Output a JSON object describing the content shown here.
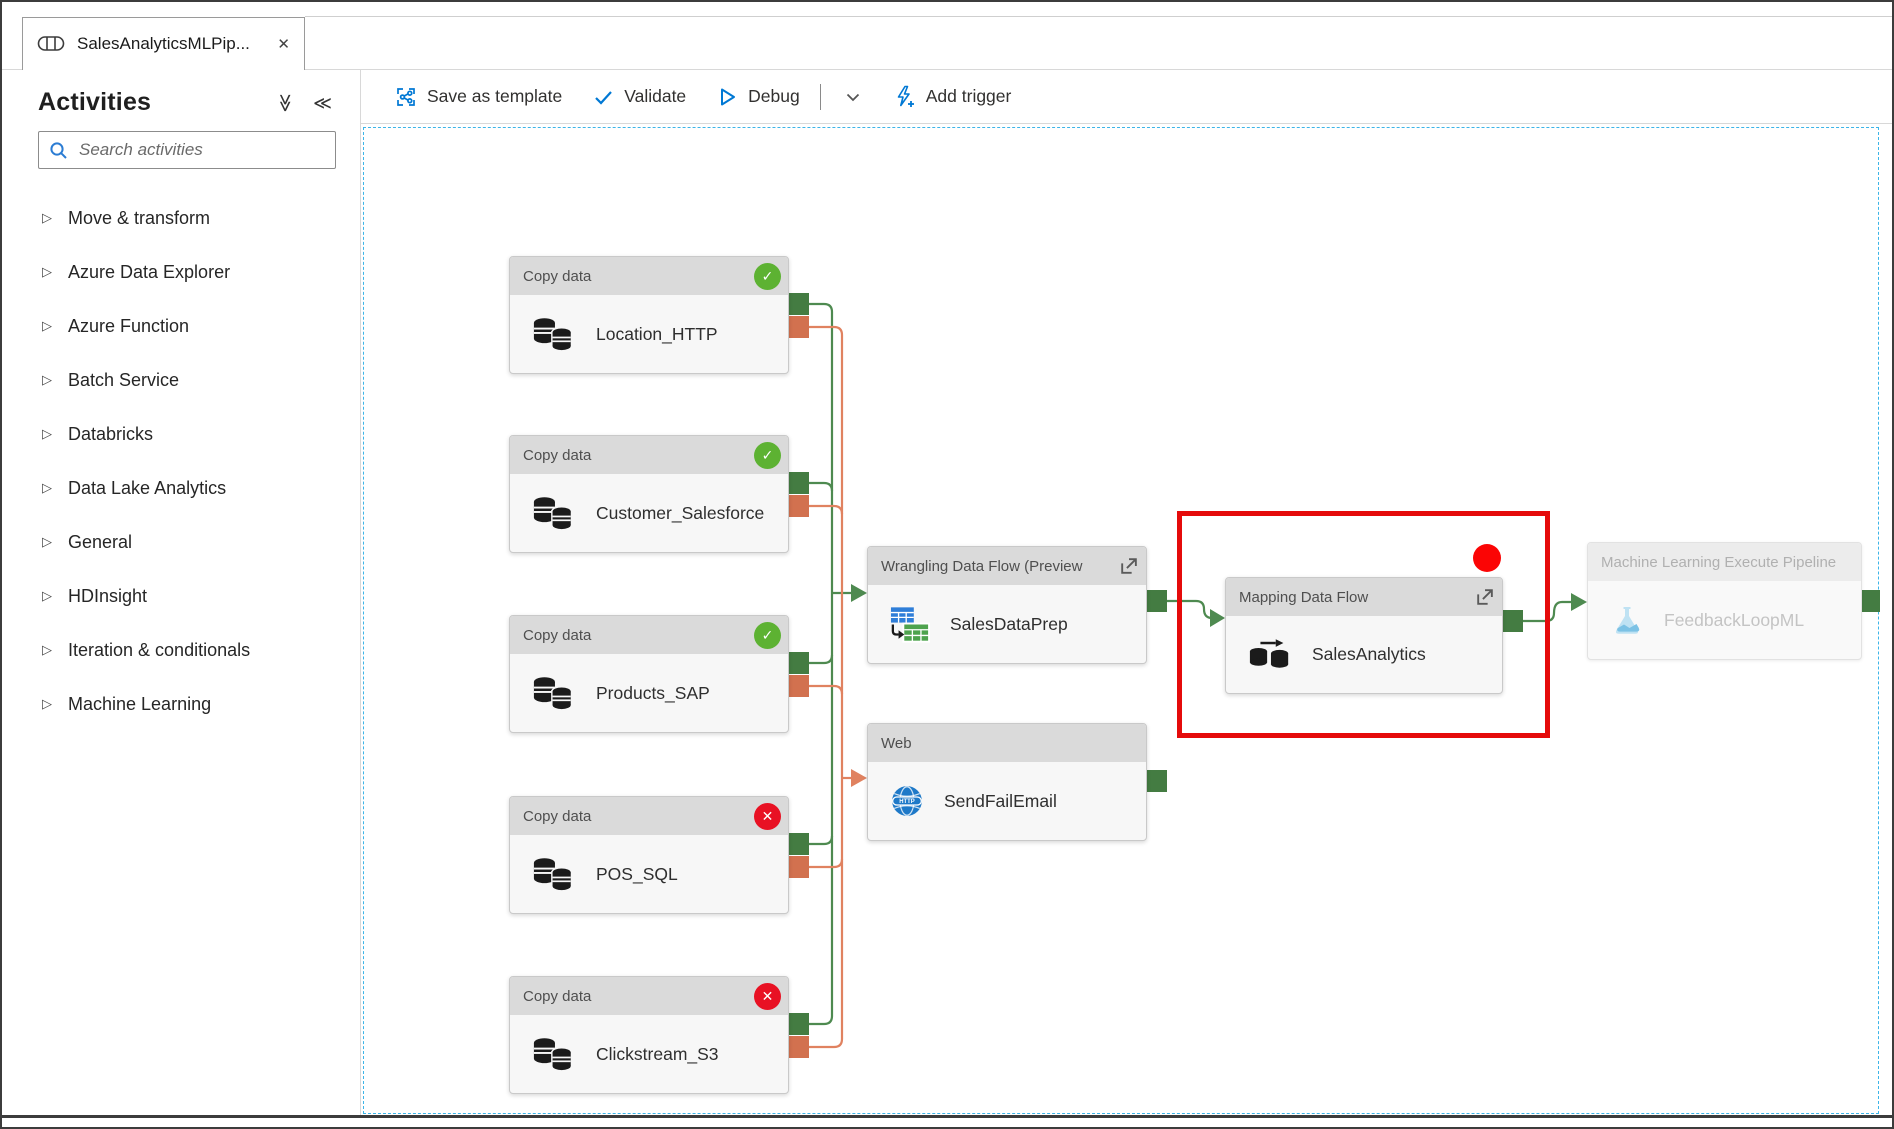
{
  "window": {
    "tab_title": "SalesAnalyticsMLPip...",
    "close_glyph": "✕"
  },
  "sidebar": {
    "title": "Activities",
    "collapse_all_glyph": "≫",
    "collapse_panel_glyph": "≪",
    "search_placeholder": "Search activities",
    "expand_glyph": "▷",
    "items": [
      "Move & transform",
      "Azure Data Explorer",
      "Azure Function",
      "Batch Service",
      "Databricks",
      "Data Lake Analytics",
      "General",
      "HDInsight",
      "Iteration & conditionals",
      "Machine Learning"
    ]
  },
  "toolbar": {
    "save_as_template": "Save as template",
    "validate": "Validate",
    "debug": "Debug",
    "add_trigger": "Add trigger"
  },
  "canvas": {
    "copy_nodes": [
      {
        "type": "Copy data",
        "name": "Location_HTTP",
        "status": "success",
        "badge_glyph": "✓"
      },
      {
        "type": "Copy data",
        "name": "Customer_Salesforce",
        "status": "success",
        "badge_glyph": "✓"
      },
      {
        "type": "Copy data",
        "name": "Products_SAP",
        "status": "success",
        "badge_glyph": "✓"
      },
      {
        "type": "Copy data",
        "name": "POS_SQL",
        "status": "failed",
        "badge_glyph": "✕"
      },
      {
        "type": "Copy data",
        "name": "Clickstream_S3",
        "status": "failed",
        "badge_glyph": "✕"
      }
    ],
    "wrangling_node": {
      "type": "Wrangling Data Flow (Preview",
      "name": "SalesDataPrep"
    },
    "web_node": {
      "type": "Web",
      "name": "SendFailEmail",
      "icon_text": "HTTP"
    },
    "mapping_node": {
      "type": "Mapping Data Flow",
      "name": "SalesAnalytics"
    },
    "ml_node": {
      "type": "Machine Learning Execute Pipeline",
      "name": "FeedbackLoopML"
    },
    "colors": {
      "success_line": "#4e8a50",
      "success_connector": "#447c42",
      "failure_line": "#e08260",
      "failure_connector": "#d2714f",
      "success_badge": "#5db232",
      "error_badge": "#e81123",
      "highlight_red": "#e50b0b",
      "accent_blue": "#0078d4",
      "canvas_border": "#3db5e8"
    }
  }
}
